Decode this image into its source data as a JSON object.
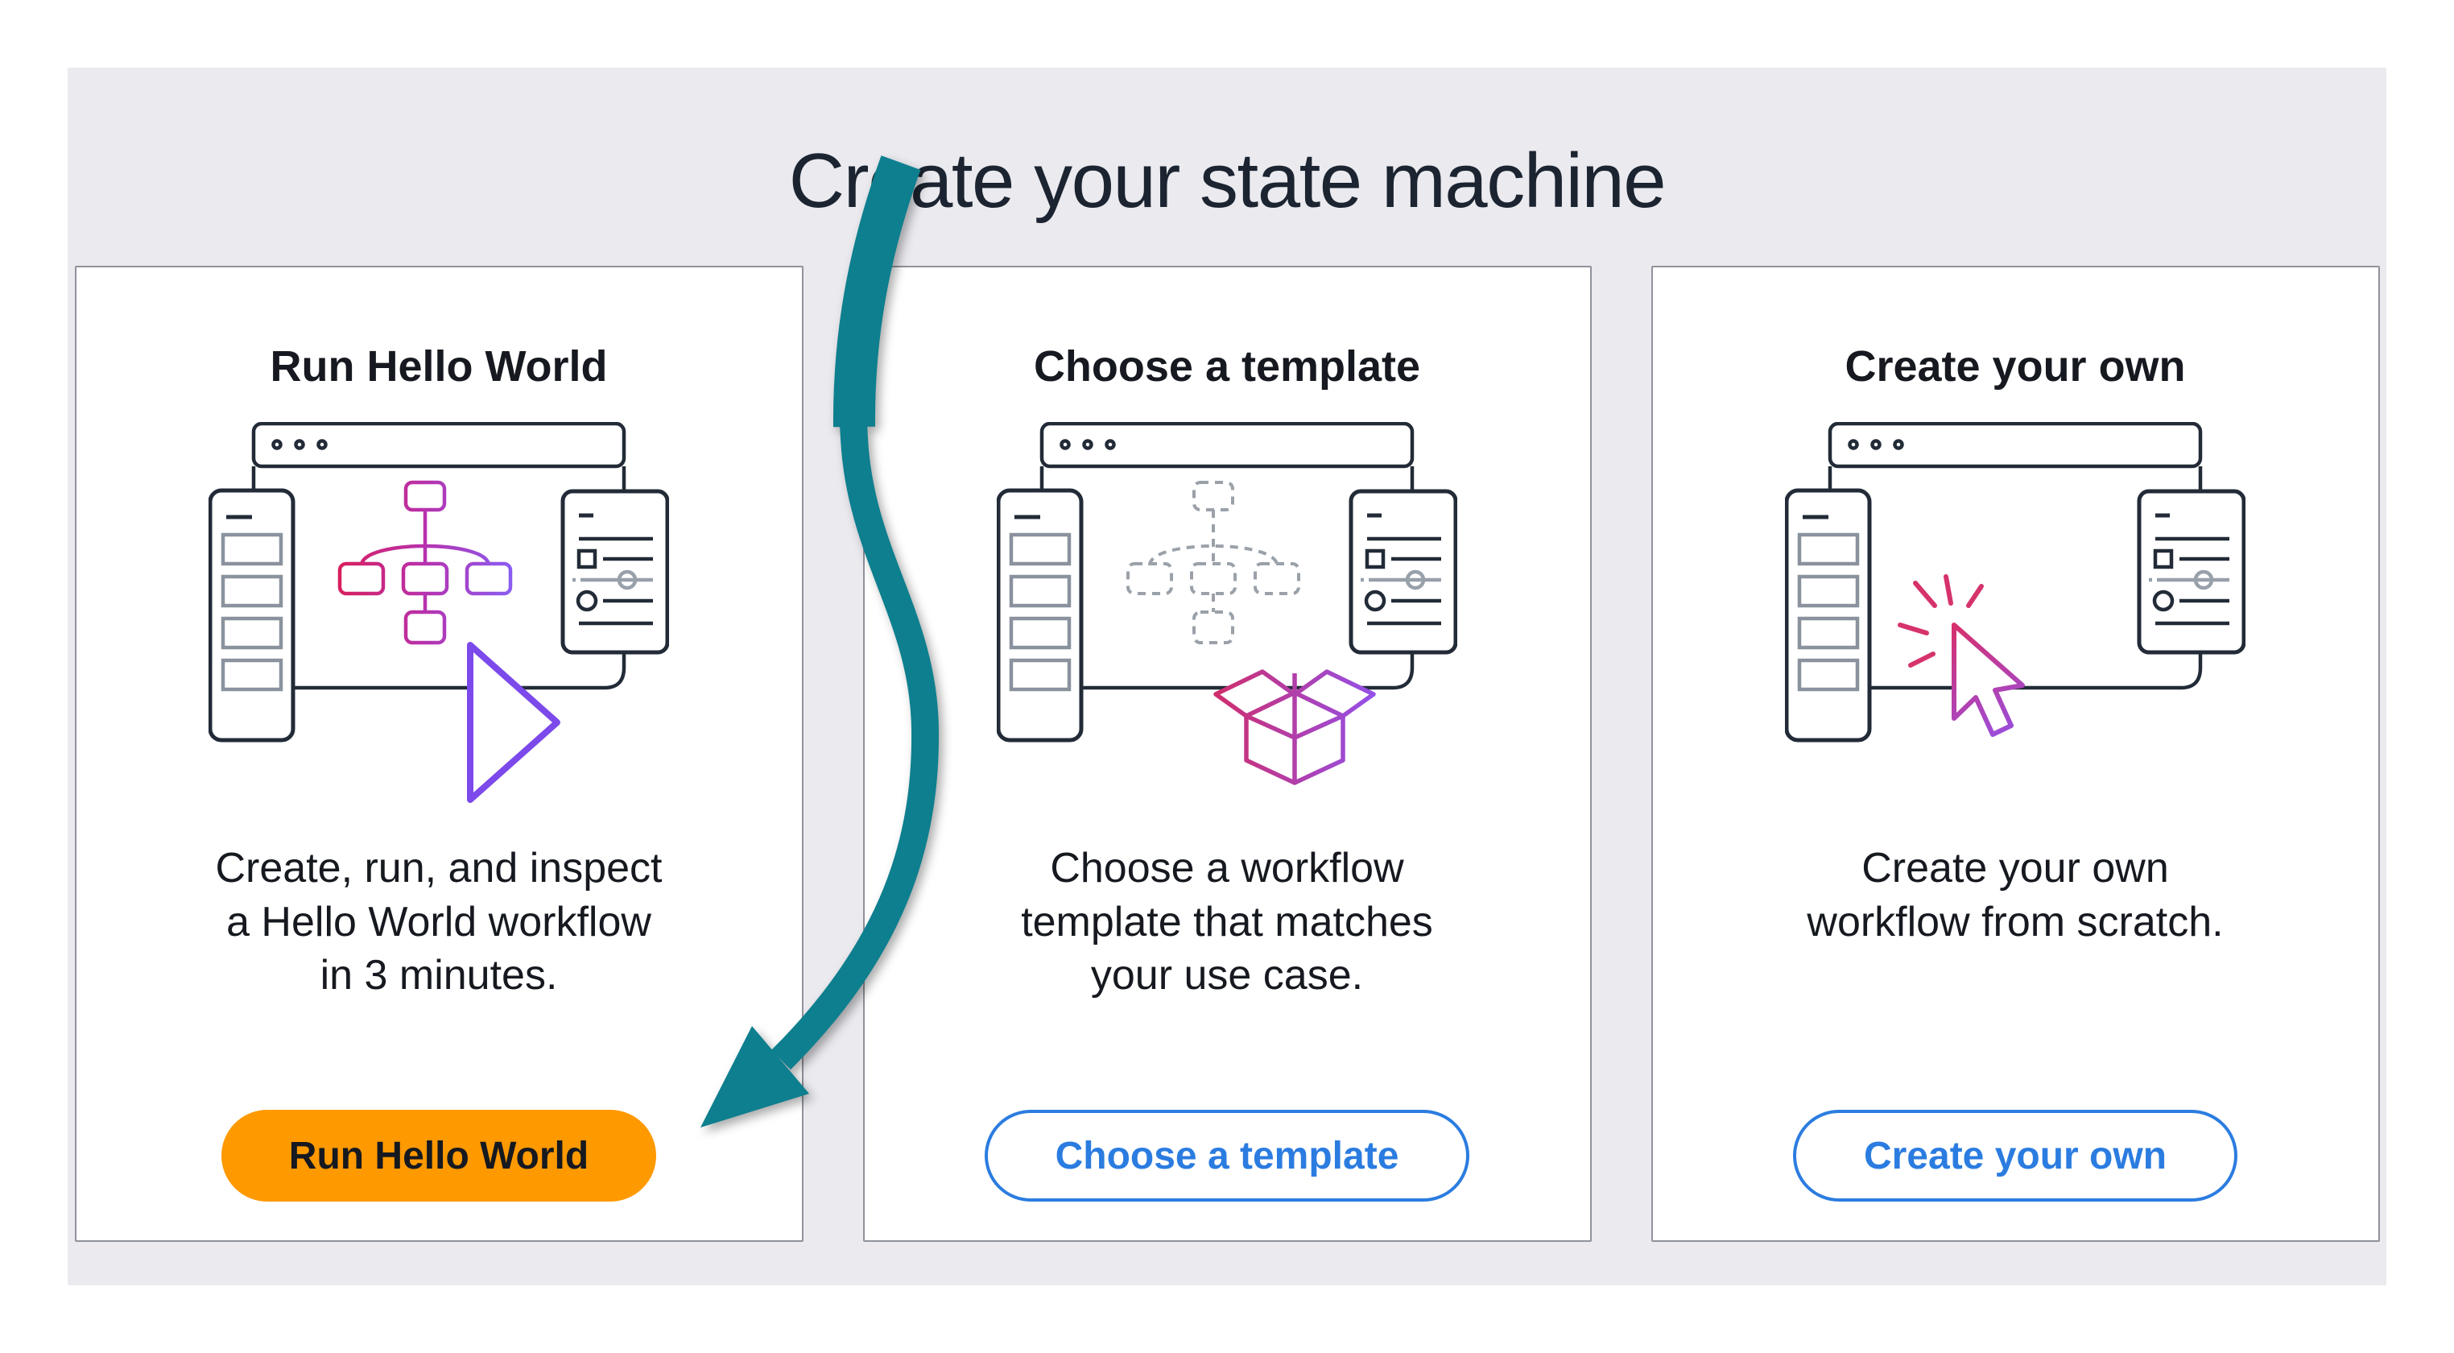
{
  "page": {
    "title": "Create your state machine"
  },
  "colors": {
    "background_panel": "#eaeaef",
    "accent_orange": "#ff9900",
    "link_blue": "#2b7ce0",
    "annotation_teal": "#0d7f8e",
    "text_dark": "#16191f"
  },
  "cards": [
    {
      "id": "run-hello-world",
      "heading": "Run Hello World",
      "description": "Create, run, and inspect\na Hello World workflow\nin 3 minutes.",
      "illustration": "browser-workflow-play",
      "button": {
        "label": "Run Hello World",
        "style": "primary"
      }
    },
    {
      "id": "choose-template",
      "heading": "Choose a template",
      "description": "Choose a workflow\ntemplate that matches\nyour use case.",
      "illustration": "browser-dashed-workflow-package",
      "button": {
        "label": "Choose a template",
        "style": "secondary"
      }
    },
    {
      "id": "create-your-own",
      "heading": "Create your own",
      "description": "Create your own\nworkflow from scratch.",
      "illustration": "browser-cursor-click",
      "button": {
        "label": "Create your own",
        "style": "secondary"
      }
    }
  ],
  "annotation": {
    "type": "arrow",
    "color": "#0d7f8e",
    "points_to": "run-hello-world-button"
  }
}
